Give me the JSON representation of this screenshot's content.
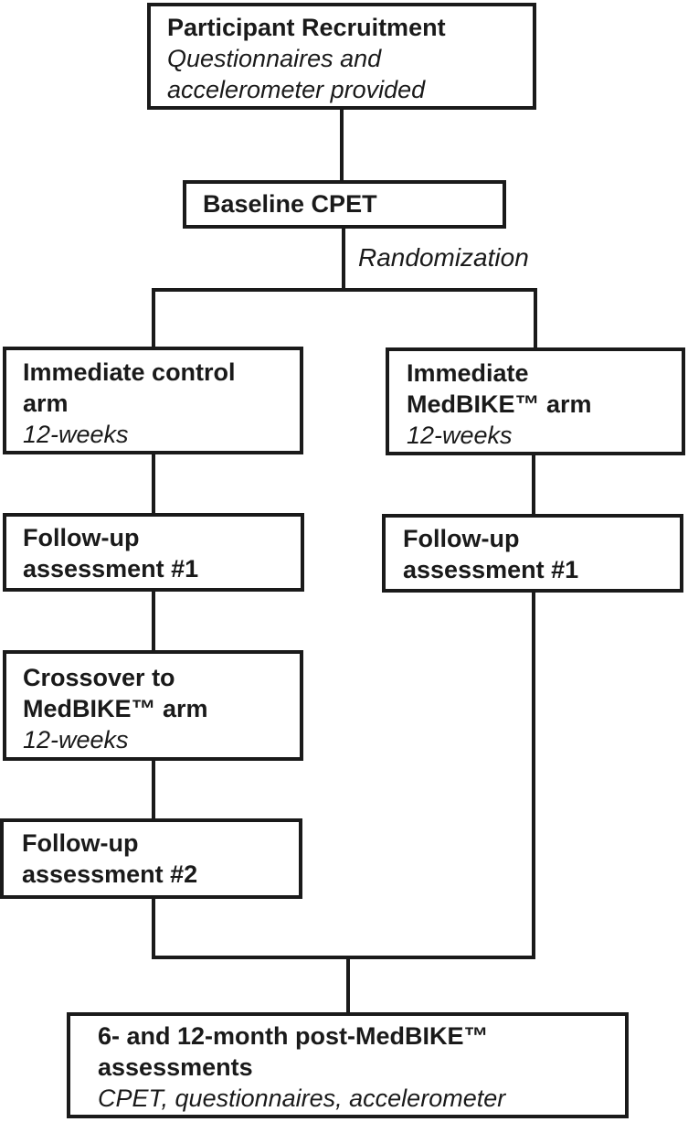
{
  "figure": {
    "type": "study-flowchart",
    "background_color": "#ffffff",
    "ink_color": "#1a1a1a",
    "labels": {
      "randomization": "Randomization"
    },
    "nodes": {
      "recruitment": {
        "lines": [
          "Participant Recruitment",
          "Questionnaires and",
          "accelerometer provided"
        ]
      },
      "baseline_cpet": {
        "lines": [
          "Baseline CPET"
        ]
      },
      "control_arm": {
        "lines": [
          "Immediate control",
          "arm",
          "12-weeks"
        ]
      },
      "medbike_arm": {
        "lines": [
          "Immediate",
          "MedBIKE™ arm",
          "12-weeks"
        ]
      },
      "followup1_control": {
        "lines": [
          "Follow-up",
          "assessment #1"
        ]
      },
      "followup1_medbike": {
        "lines": [
          "Follow-up",
          "assessment #1"
        ]
      },
      "crossover": {
        "lines": [
          "Crossover to",
          "MedBIKE™ arm",
          "12-weeks"
        ]
      },
      "followup2": {
        "lines": [
          "Follow-up",
          "assessment #2"
        ]
      },
      "post_assessments": {
        "lines": [
          "6- and 12-month post-MedBIKE™",
          "assessments",
          "CPET, questionnaires, accelerometer"
        ]
      }
    }
  }
}
